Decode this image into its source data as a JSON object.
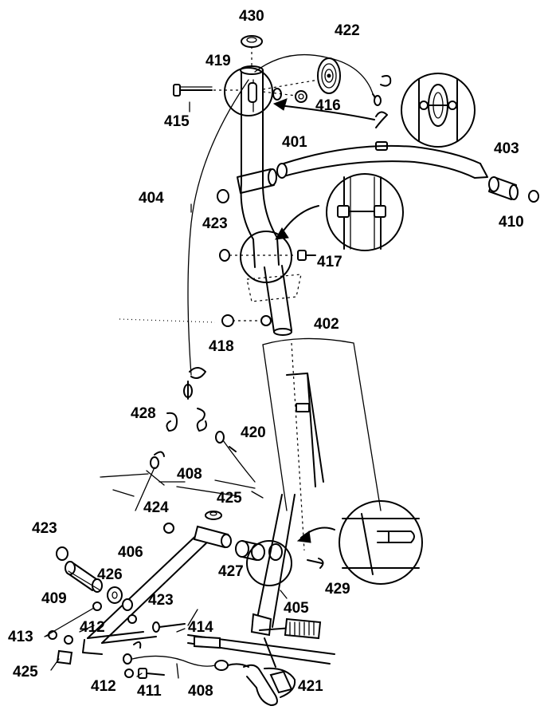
{
  "part_numbers": {
    "p430": "430",
    "p422": "422",
    "p419": "419",
    "p416": "416",
    "p415": "415",
    "p401": "401",
    "p403": "403",
    "p404": "404",
    "p423a": "423",
    "p410": "410",
    "p417": "417",
    "p402": "402",
    "p418": "418",
    "p428": "428",
    "p420": "420",
    "p408a": "408",
    "p424": "424",
    "p425a": "425",
    "p423b": "423",
    "p406": "406",
    "p426": "426",
    "p427": "427",
    "p429": "429",
    "p409": "409",
    "p423c": "423",
    "p413": "413",
    "p412a": "412",
    "p414": "414",
    "p405": "405",
    "p425b": "425",
    "p412b": "412",
    "p411": "411",
    "p408b": "408",
    "p421": "421"
  }
}
